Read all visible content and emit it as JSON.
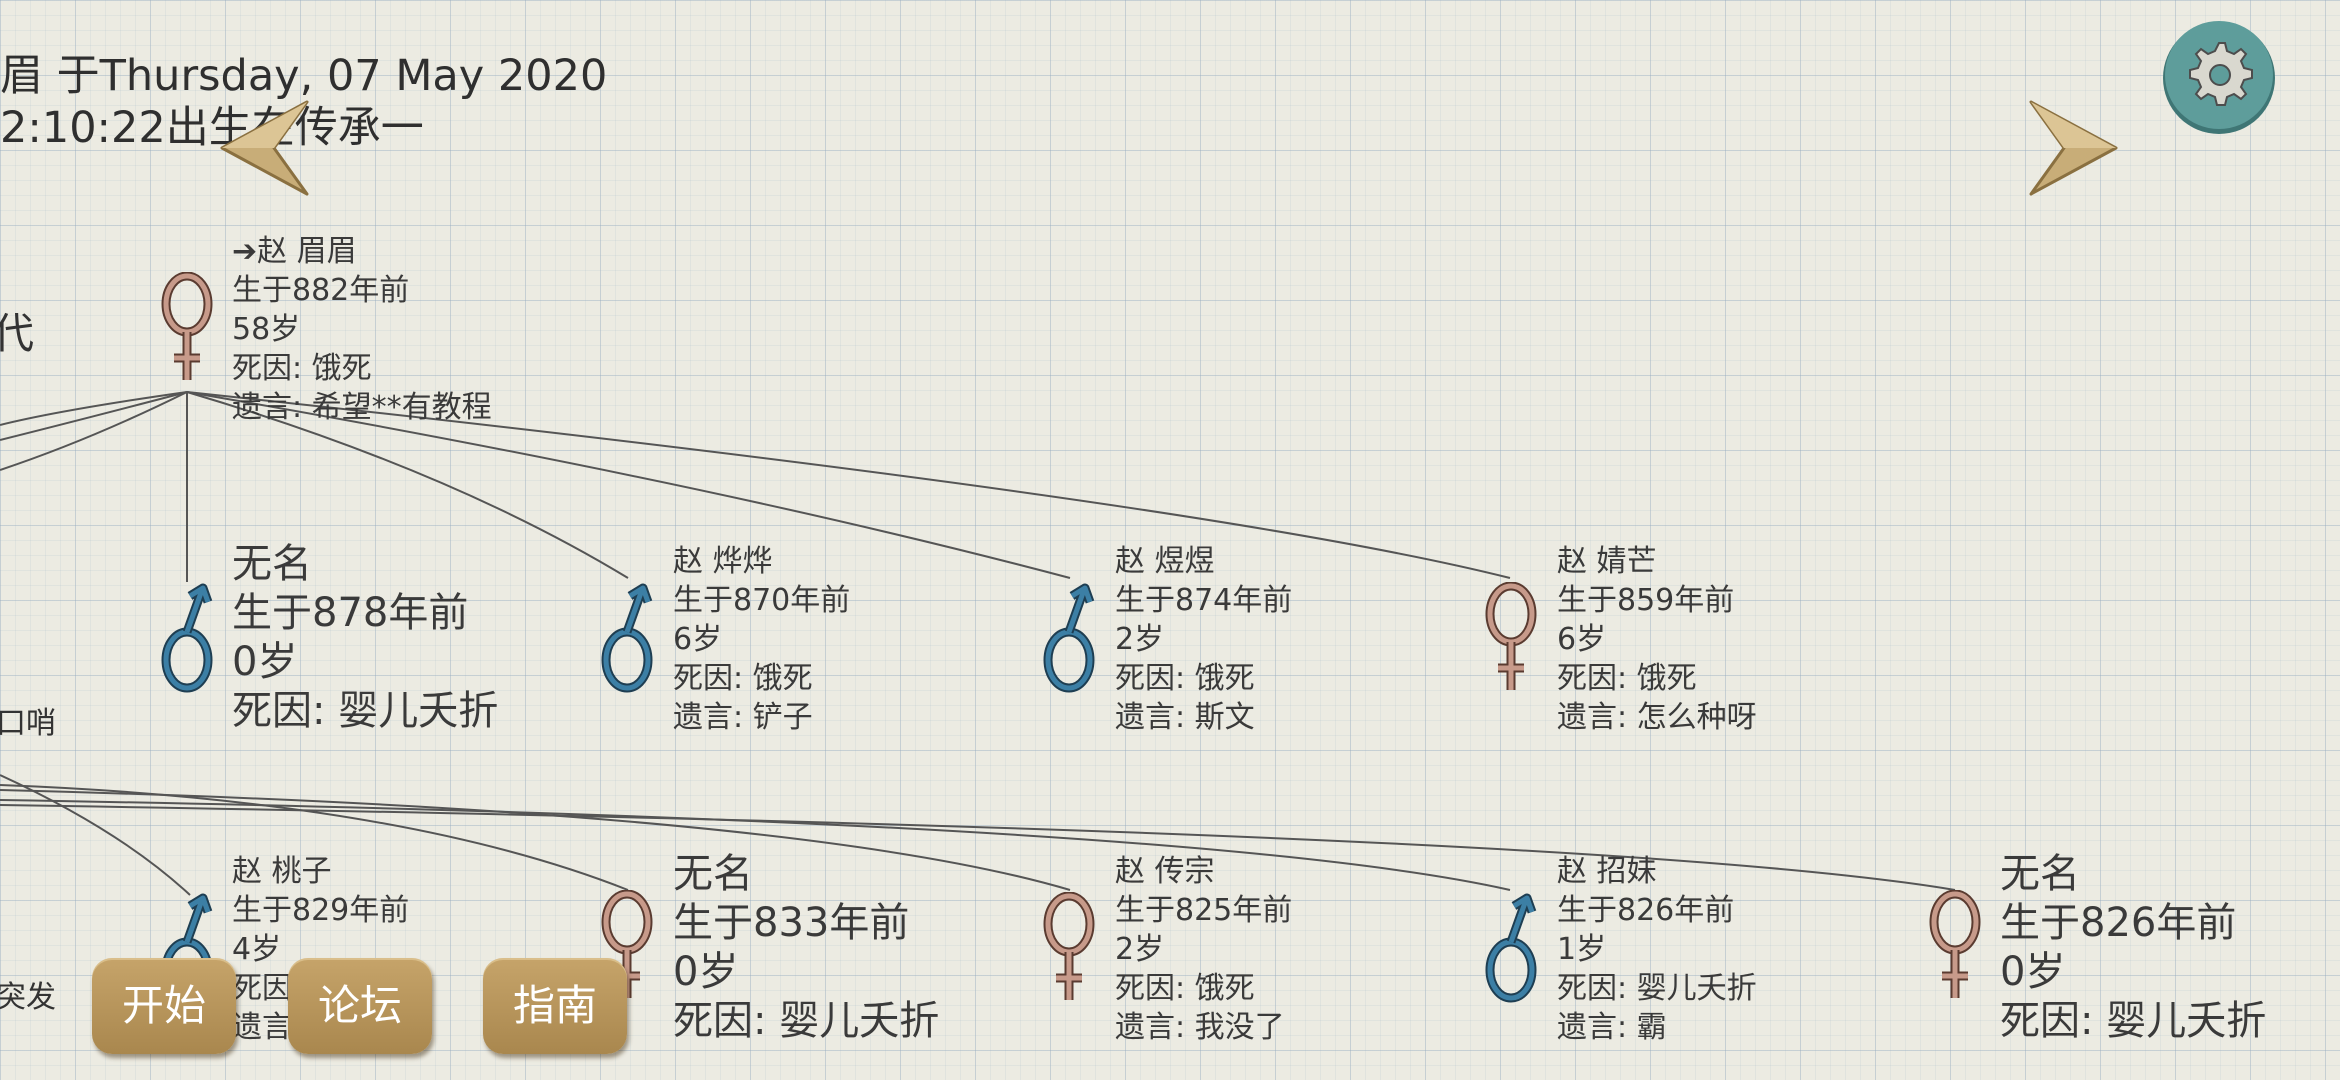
{
  "header": {
    "line1": "眉 于Thursday, 07 May 2020",
    "line2": "2:10:22出生在传承一"
  },
  "generation_label": "代",
  "side_texts": [
    "口哨",
    "突发"
  ],
  "parent": {
    "name": "➔赵 眉眉",
    "born": "生于882年前",
    "age": "58岁",
    "cause": "死因: 饿死",
    "words": "遗言: 希望**有教程",
    "gender": "female"
  },
  "children_row1": [
    {
      "name": "无名",
      "born": "生于878年前",
      "age": "0岁",
      "cause": "死因: 婴儿夭折",
      "words": "",
      "gender": "male"
    },
    {
      "name": "赵 烨烨",
      "born": "生于870年前",
      "age": "6岁",
      "cause": "死因: 饿死",
      "words": "遗言: 铲子",
      "gender": "male"
    },
    {
      "name": "赵 煜煜",
      "born": "生于874年前",
      "age": "2岁",
      "cause": "死因: 饿死",
      "words": "遗言: 斯文",
      "gender": "male"
    },
    {
      "name": "赵 婧芒",
      "born": "生于859年前",
      "age": "6岁",
      "cause": "死因: 饿死",
      "words": "遗言: 怎么种呀",
      "gender": "female"
    }
  ],
  "children_row2": [
    {
      "name": "赵 桃子",
      "born": "生于829年前",
      "age": "4岁",
      "cause": "死因",
      "words": "遗言",
      "gender": "male"
    },
    {
      "name": "无名",
      "born": "生于833年前",
      "age": "0岁",
      "cause": "死因: 婴儿夭折",
      "words": "",
      "gender": "female"
    },
    {
      "name": "赵 传宗",
      "born": "生于825年前",
      "age": "2岁",
      "cause": "死因: 饿死",
      "words": "遗言: 我没了",
      "gender": "female"
    },
    {
      "name": "赵 招妹",
      "born": "生于826年前",
      "age": "1岁",
      "cause": "死因: 婴儿夭折",
      "words": "遗言: 霸",
      "gender": "male"
    },
    {
      "name": "无名",
      "born": "生于826年前",
      "age": "0岁",
      "cause": "死因: 婴儿夭折",
      "words": "",
      "gender": "female"
    }
  ],
  "buttons": {
    "start": "开始",
    "forum": "论坛",
    "guide": "指南"
  },
  "icons": {
    "prev": "chevron-left-icon",
    "next": "chevron-right-icon",
    "settings": "gear-icon",
    "male": "male-symbol-icon",
    "female": "female-symbol-icon"
  },
  "colors": {
    "male": "#3c7fa5",
    "female": "#c79a8a",
    "button": "#b8965c",
    "arrow": "#c8ad78",
    "gear": "#5e9d9b"
  }
}
